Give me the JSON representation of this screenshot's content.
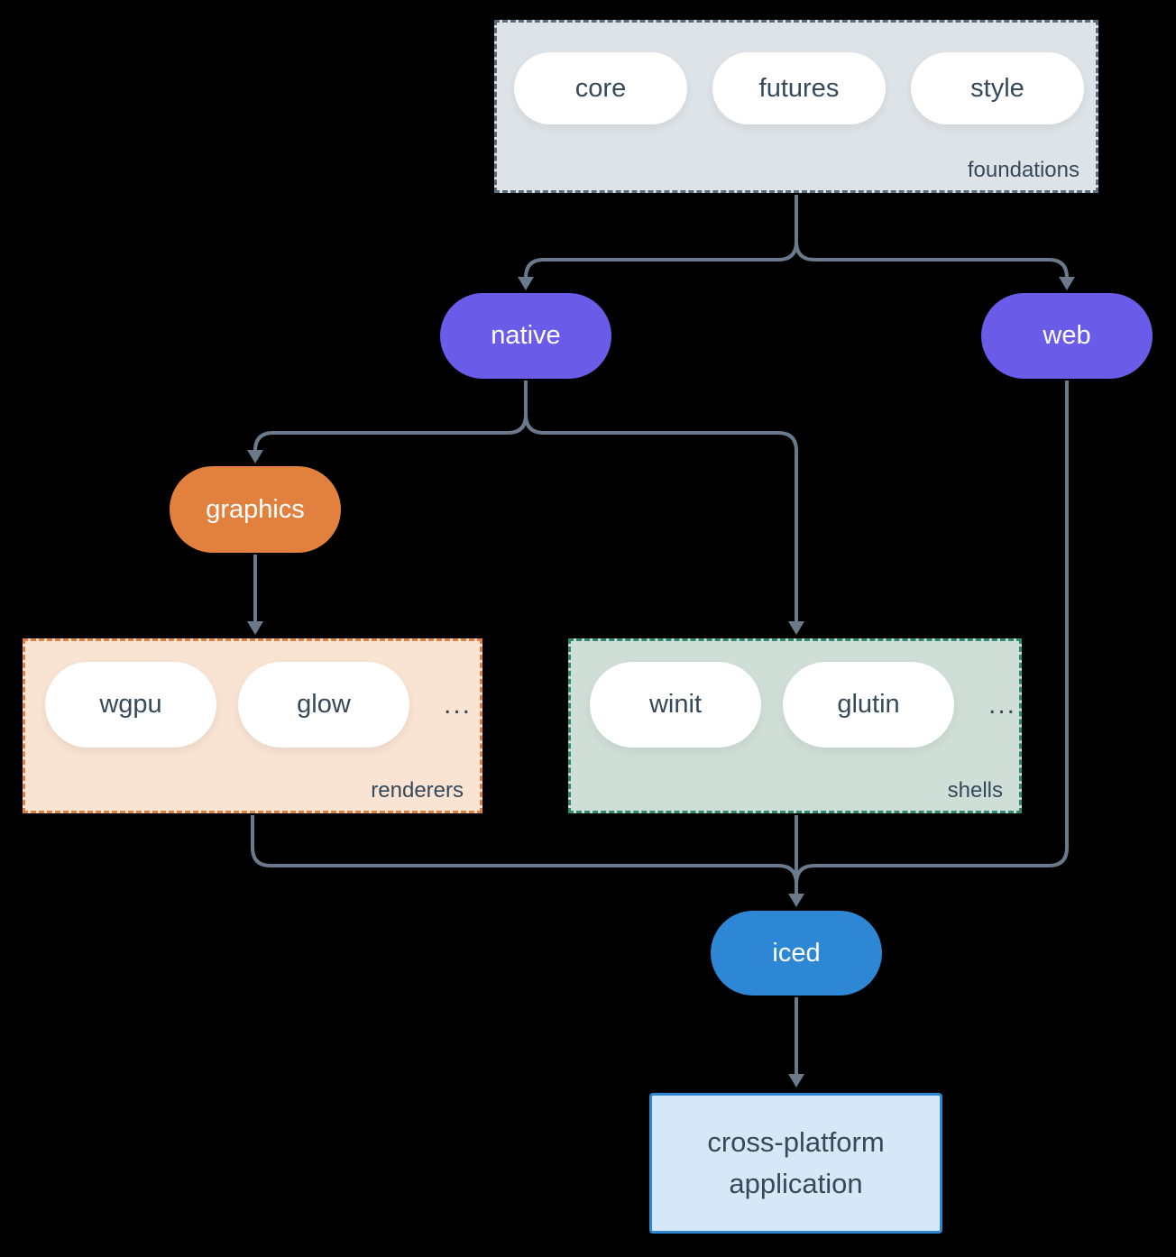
{
  "colors": {
    "background": "#000000",
    "arrow": "#6b7a8a",
    "text_dark": "#36495a",
    "pill_bg": "#ffffff",
    "purple": "#6a5ce9",
    "orange": "#e2813d",
    "blue": "#2d87d5",
    "foundations_bg": "#dee3e7",
    "foundations_border": "#5a6b7c",
    "renderers_bg": "#f9e3d3",
    "renderers_border": "#e2813d",
    "shells_bg": "#cfdfd8",
    "shells_border": "#2e8a73",
    "app_bg": "#d6e8f8",
    "app_border": "#2d87d5"
  },
  "diagram": {
    "foundations": {
      "label": "foundations",
      "pills": [
        "core",
        "futures",
        "style"
      ]
    },
    "native": {
      "label": "native"
    },
    "web": {
      "label": "web"
    },
    "graphics": {
      "label": "graphics"
    },
    "renderers": {
      "label": "renderers",
      "pills": [
        "wgpu",
        "glow"
      ],
      "ellipsis": "..."
    },
    "shells": {
      "label": "shells",
      "pills": [
        "winit",
        "glutin"
      ],
      "ellipsis": "..."
    },
    "iced": {
      "label": "iced"
    },
    "application": {
      "line1": "cross-platform",
      "line2": "application"
    }
  }
}
